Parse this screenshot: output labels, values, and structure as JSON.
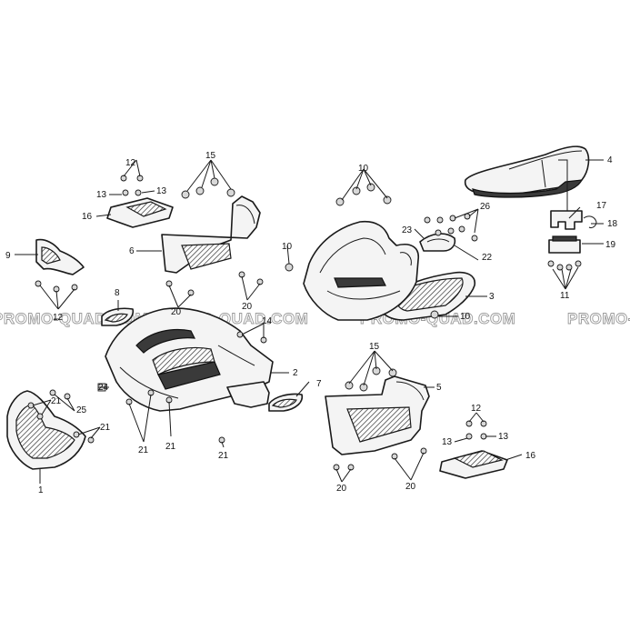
{
  "watermark": "PROMO-QUAD.COM",
  "callouts": {
    "c1": "1",
    "c2": "2",
    "c3": "3",
    "c4": "4",
    "c5": "5",
    "c6": "6",
    "c7": "7",
    "c8": "8",
    "c9": "9",
    "c10a": "10",
    "c10b": "10",
    "c10c": "10",
    "c11": "11",
    "c12a": "12",
    "c12b": "12",
    "c12c": "12",
    "c13a": "13",
    "c13b": "13",
    "c13c": "13",
    "c13d": "13",
    "c14": "14",
    "c15a": "15",
    "c15b": "15",
    "c16a": "16",
    "c16b": "16",
    "c17": "17",
    "c18": "18",
    "c19": "19",
    "c20a": "20",
    "c20b": "20",
    "c20c": "20",
    "c20d": "20",
    "c21a": "21",
    "c21b": "21",
    "c21c": "21",
    "c21d": "21",
    "c21e": "21",
    "c22": "22",
    "c23": "23",
    "c24": "24",
    "c25": "25",
    "c26": "26"
  }
}
